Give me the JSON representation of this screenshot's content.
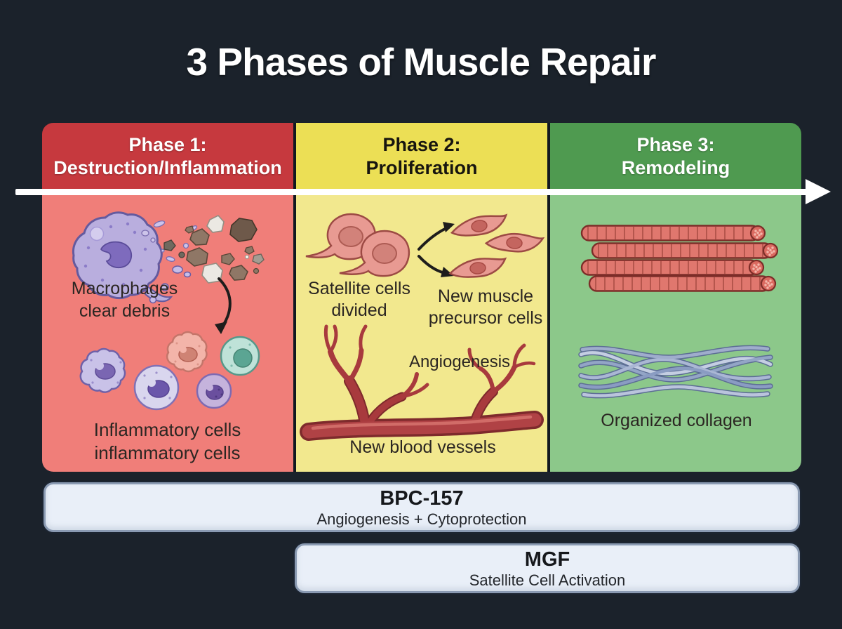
{
  "title": "3 Phases of Muscle Repair",
  "timeline": {
    "direction": "left-to-right",
    "arrow_color": "#ffffff"
  },
  "phases": [
    {
      "name": "phase-1",
      "header_line1": "Phase 1:",
      "header_line2": "Destruction/Inflammation",
      "colors": {
        "header": "#c6393e",
        "body": "#f07e79"
      },
      "labels": {
        "macrophages_line1": "Macrophages",
        "macrophages_line2": "clear debris",
        "inflammatory_line1": "Inflammatory cells",
        "inflammatory_line2": "inflammatory cells"
      }
    },
    {
      "name": "phase-2",
      "header_line1": "Phase 2:",
      "header_line2": "Proliferation",
      "colors": {
        "header": "#ecdf55",
        "body": "#f2e88e"
      },
      "labels": {
        "satellite_line1": "Satellite cells",
        "satellite_line2": "divided",
        "precursor_line1": "New muscle",
        "precursor_line2": "precursor cells",
        "angiogenesis": "Angiogenesis",
        "vessels": "New blood vessels"
      }
    },
    {
      "name": "phase-3",
      "header_line1": "Phase 3:",
      "header_line2": "Remodeling",
      "colors": {
        "header": "#4f9a50",
        "body": "#8cc88a"
      },
      "labels": {
        "collagen": "Organized collagen"
      }
    }
  ],
  "peptide_bars": [
    {
      "name": "BPC-157",
      "title": "BPC-157",
      "subtitle": "Angiogenesis + Cytoprotection"
    },
    {
      "name": "MGF",
      "title": "MGF",
      "subtitle": "Satellite Cell Activation"
    }
  ],
  "icons": {
    "timeline": "right-arrow-icon",
    "phase1": [
      "macrophage-icon",
      "debris-icon",
      "curved-arrow-icon",
      "inflammatory-cells-icon"
    ],
    "phase2": [
      "satellite-cells-icon",
      "branch-arrows-icon",
      "precursor-cells-icon",
      "blood-vessel-icon"
    ],
    "phase3": [
      "muscle-fibers-icon",
      "collagen-fibers-icon"
    ]
  },
  "background_color": "#1b222b"
}
